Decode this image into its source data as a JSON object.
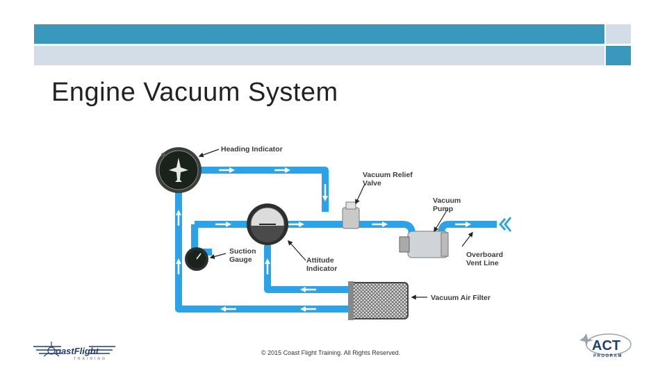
{
  "slide": {
    "title": "Engine Vacuum System",
    "copyright": "© 2015 Coast Flight Training. All Rights Reserved."
  },
  "diagram": {
    "labels": {
      "heading_indicator": "Heading Indicator",
      "relief_valve_1": "Vacuum Relief",
      "relief_valve_2": "Valve",
      "vacuum_pump_1": "Vacuum",
      "vacuum_pump_2": "Pump",
      "suction_gauge_1": "Suction",
      "suction_gauge_2": "Gauge",
      "attitude_indicator_1": "Attitude",
      "attitude_indicator_2": "Indicator",
      "overboard_vent_1": "Overboard",
      "overboard_vent_2": "Vent Line",
      "vacuum_air_filter": "Vacuum Air Filter"
    },
    "colors": {
      "pipe": "#2aa3e8",
      "arrow": "#ffffff",
      "instrument": "#1f2a22"
    }
  },
  "logos": {
    "left": {
      "brand": "CoastFlight",
      "sub": "TRAINING",
      "prefix": "C",
      "main": "oastFlight"
    },
    "right": {
      "brand": "ACT",
      "sub": "PROGRAM"
    }
  }
}
